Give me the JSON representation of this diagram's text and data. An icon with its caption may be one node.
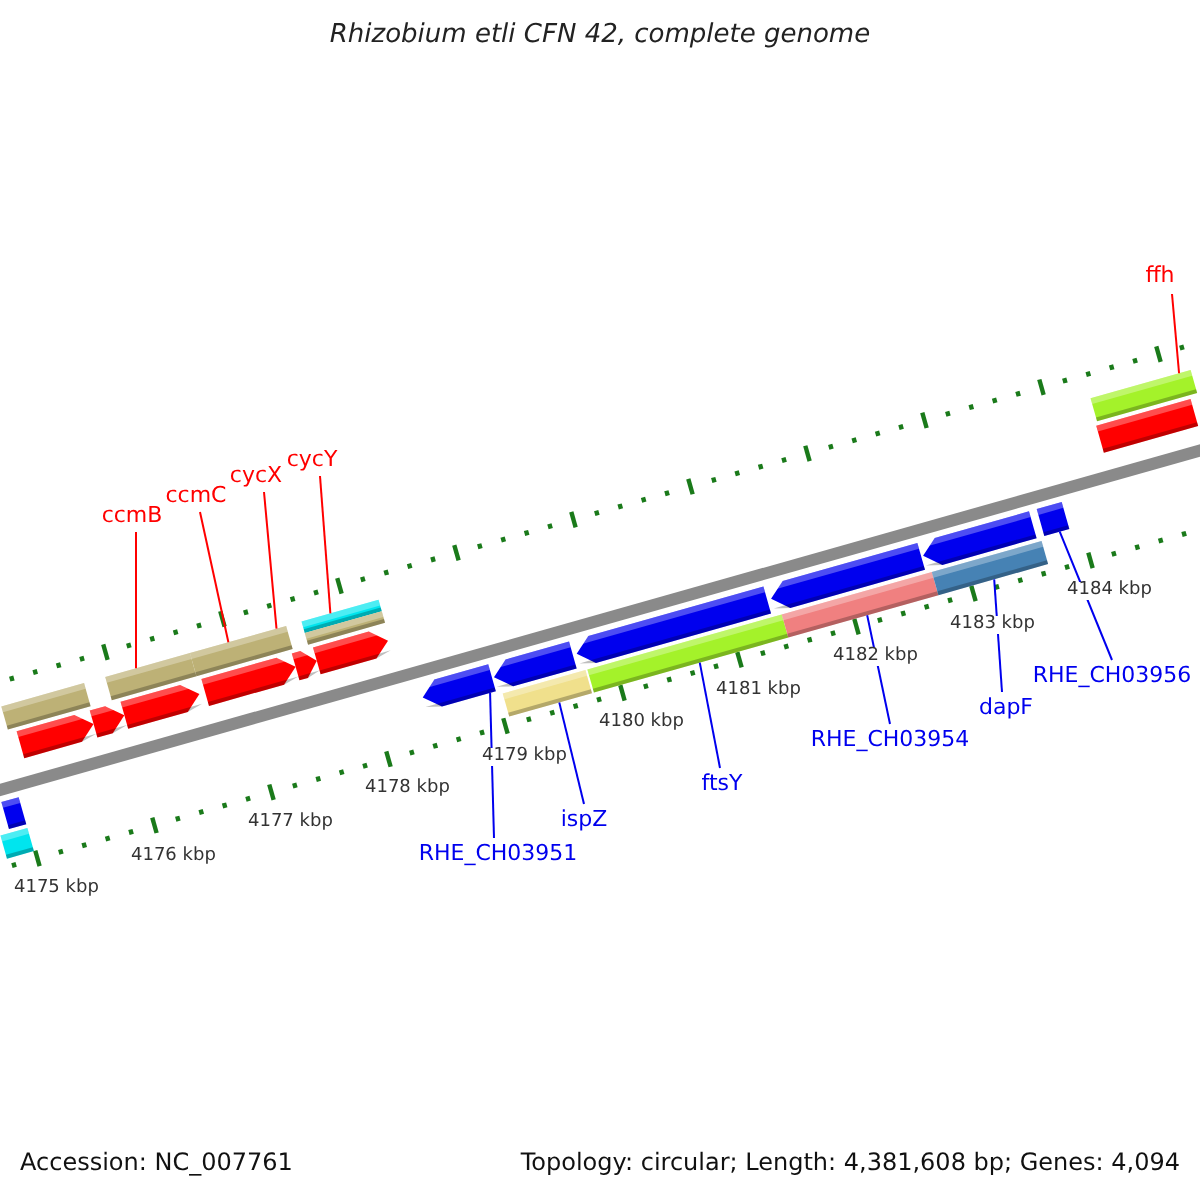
{
  "diagram": {
    "title": "Rhizobium etli CFN 42, complete genome",
    "nodes": [
      {
        "text": [
          "ccmB"
        ]
      },
      {
        "text": [
          "ccmC"
        ]
      },
      {
        "text": [
          "cycX"
        ]
      },
      {
        "text": [
          "cycY"
        ]
      },
      {
        "text": [
          "ffh"
        ]
      },
      {
        "text": [
          "RHE_CH03951"
        ]
      },
      {
        "text": [
          "ispZ"
        ]
      },
      {
        "text": [
          "ftsY"
        ]
      },
      {
        "text": [
          "RHE_CH03954"
        ]
      },
      {
        "text": [
          "dapF"
        ]
      },
      {
        "text": [
          "RHE_CH03956"
        ]
      },
      {
        "text": [],
        "shape": "bar"
      },
      {
        "text": [],
        "shape": "bar"
      },
      {
        "text": [],
        "shape": "bar"
      },
      {
        "text": [],
        "shape": "arrow"
      },
      {
        "text": [],
        "shape": "arrow"
      },
      {
        "text": [],
        "shape": "bar"
      },
      {
        "text": [],
        "shape": "arrow"
      },
      {
        "text": [],
        "shape": "bar"
      },
      {
        "text": [],
        "shape": "arrow"
      },
      {
        "text": [],
        "shape": "arrow"
      },
      {
        "text": [],
        "shape": "bar"
      },
      {
        "text": [],
        "shape": "bar"
      },
      {
        "text": [],
        "shape": "arrow"
      },
      {
        "text": [],
        "shape": "arrow"
      },
      {
        "text": [],
        "shape": "arrow"
      },
      {
        "text": [],
        "shape": "bar"
      },
      {
        "text": [],
        "shape": "arrow"
      },
      {
        "text": [],
        "shape": "bar"
      },
      {
        "text": [],
        "shape": "arrow"
      },
      {
        "text": [],
        "shape": "bar"
      },
      {
        "text": [],
        "shape": "arrow"
      },
      {
        "text": [],
        "shape": "bar"
      },
      {
        "text": [],
        "shape": "bar"
      },
      {
        "text": [],
        "shape": "bar"
      },
      {
        "text": [],
        "shape": "bar"
      }
    ],
    "edges": [
      {
        "from": 0,
        "to": 16,
        "arrow": "none",
        "color": "#ff0000"
      },
      {
        "from": 1,
        "to": 18,
        "arrow": "none",
        "color": "#ff0000"
      },
      {
        "from": 2,
        "to": 18,
        "arrow": "none",
        "color": "#ff0000"
      },
      {
        "from": 3,
        "to": 21,
        "arrow": "none",
        "color": "#ff0000"
      },
      {
        "from": 4,
        "to": 35,
        "arrow": "none",
        "color": "#ff0000"
      },
      {
        "from": 5,
        "to": 24,
        "arrow": "none"
      },
      {
        "from": 6,
        "to": 26,
        "arrow": "none"
      },
      {
        "from": 7,
        "to": 28,
        "arrow": "none"
      },
      {
        "from": 8,
        "to": 30,
        "arrow": "none"
      },
      {
        "from": 9,
        "to": 32,
        "arrow": "none"
      },
      {
        "from": 10,
        "to": 33,
        "arrow": "none"
      }
    ],
    "labels": [
      "4175 kbp",
      "4176 kbp",
      "4177 kbp",
      "4178 kbp",
      "4179 kbp",
      "4180 kbp",
      "4181 kbp",
      "4182 kbp",
      "4183 kbp",
      "4184 kbp",
      "Accession: NC_007761",
      "Topology: circular; Length: 4,381,608 bp; Genes: 4,094"
    ]
  }
}
